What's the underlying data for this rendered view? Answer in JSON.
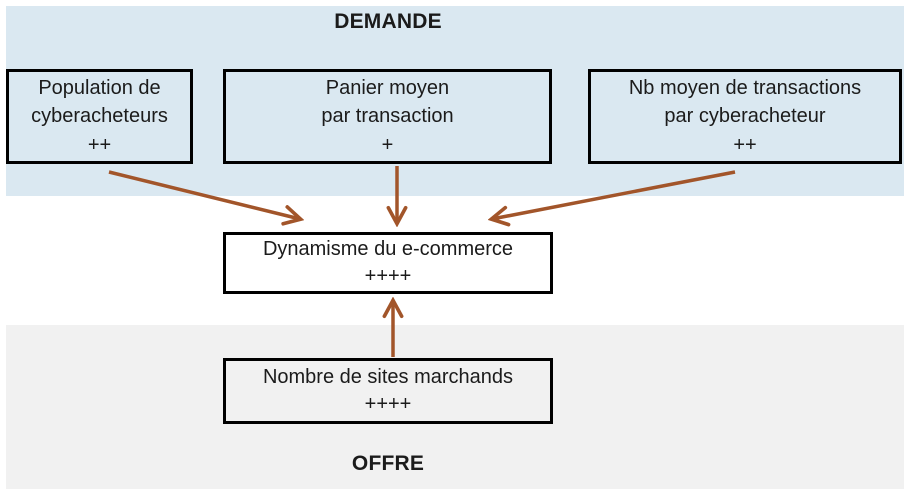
{
  "diagram_title_top": "DEMANDE",
  "diagram_title_bottom": "OFFRE",
  "colors": {
    "demand_band": "#dae8f1",
    "offer_band": "#f1f1f1",
    "arrow": "#a2552a",
    "box_border": "#000000",
    "text": "#1b1b1b"
  },
  "nodes": {
    "population": {
      "label": "Population de\ncyberacheteurs",
      "sign": "++"
    },
    "panier": {
      "label": "Panier moyen\npar transaction",
      "sign": "+"
    },
    "nb_transactions": {
      "label": "Nb moyen de transactions\npar cyberacheteur",
      "sign": "++"
    },
    "dynamisme": {
      "label": "Dynamisme du e-commerce",
      "sign": "++++"
    },
    "sites": {
      "label": "Nombre de sites marchands",
      "sign": "++++"
    }
  },
  "edges": [
    {
      "from": "population",
      "to": "dynamisme"
    },
    {
      "from": "panier",
      "to": "dynamisme"
    },
    {
      "from": "nb_transactions",
      "to": "dynamisme"
    },
    {
      "from": "sites",
      "to": "dynamisme"
    }
  ]
}
